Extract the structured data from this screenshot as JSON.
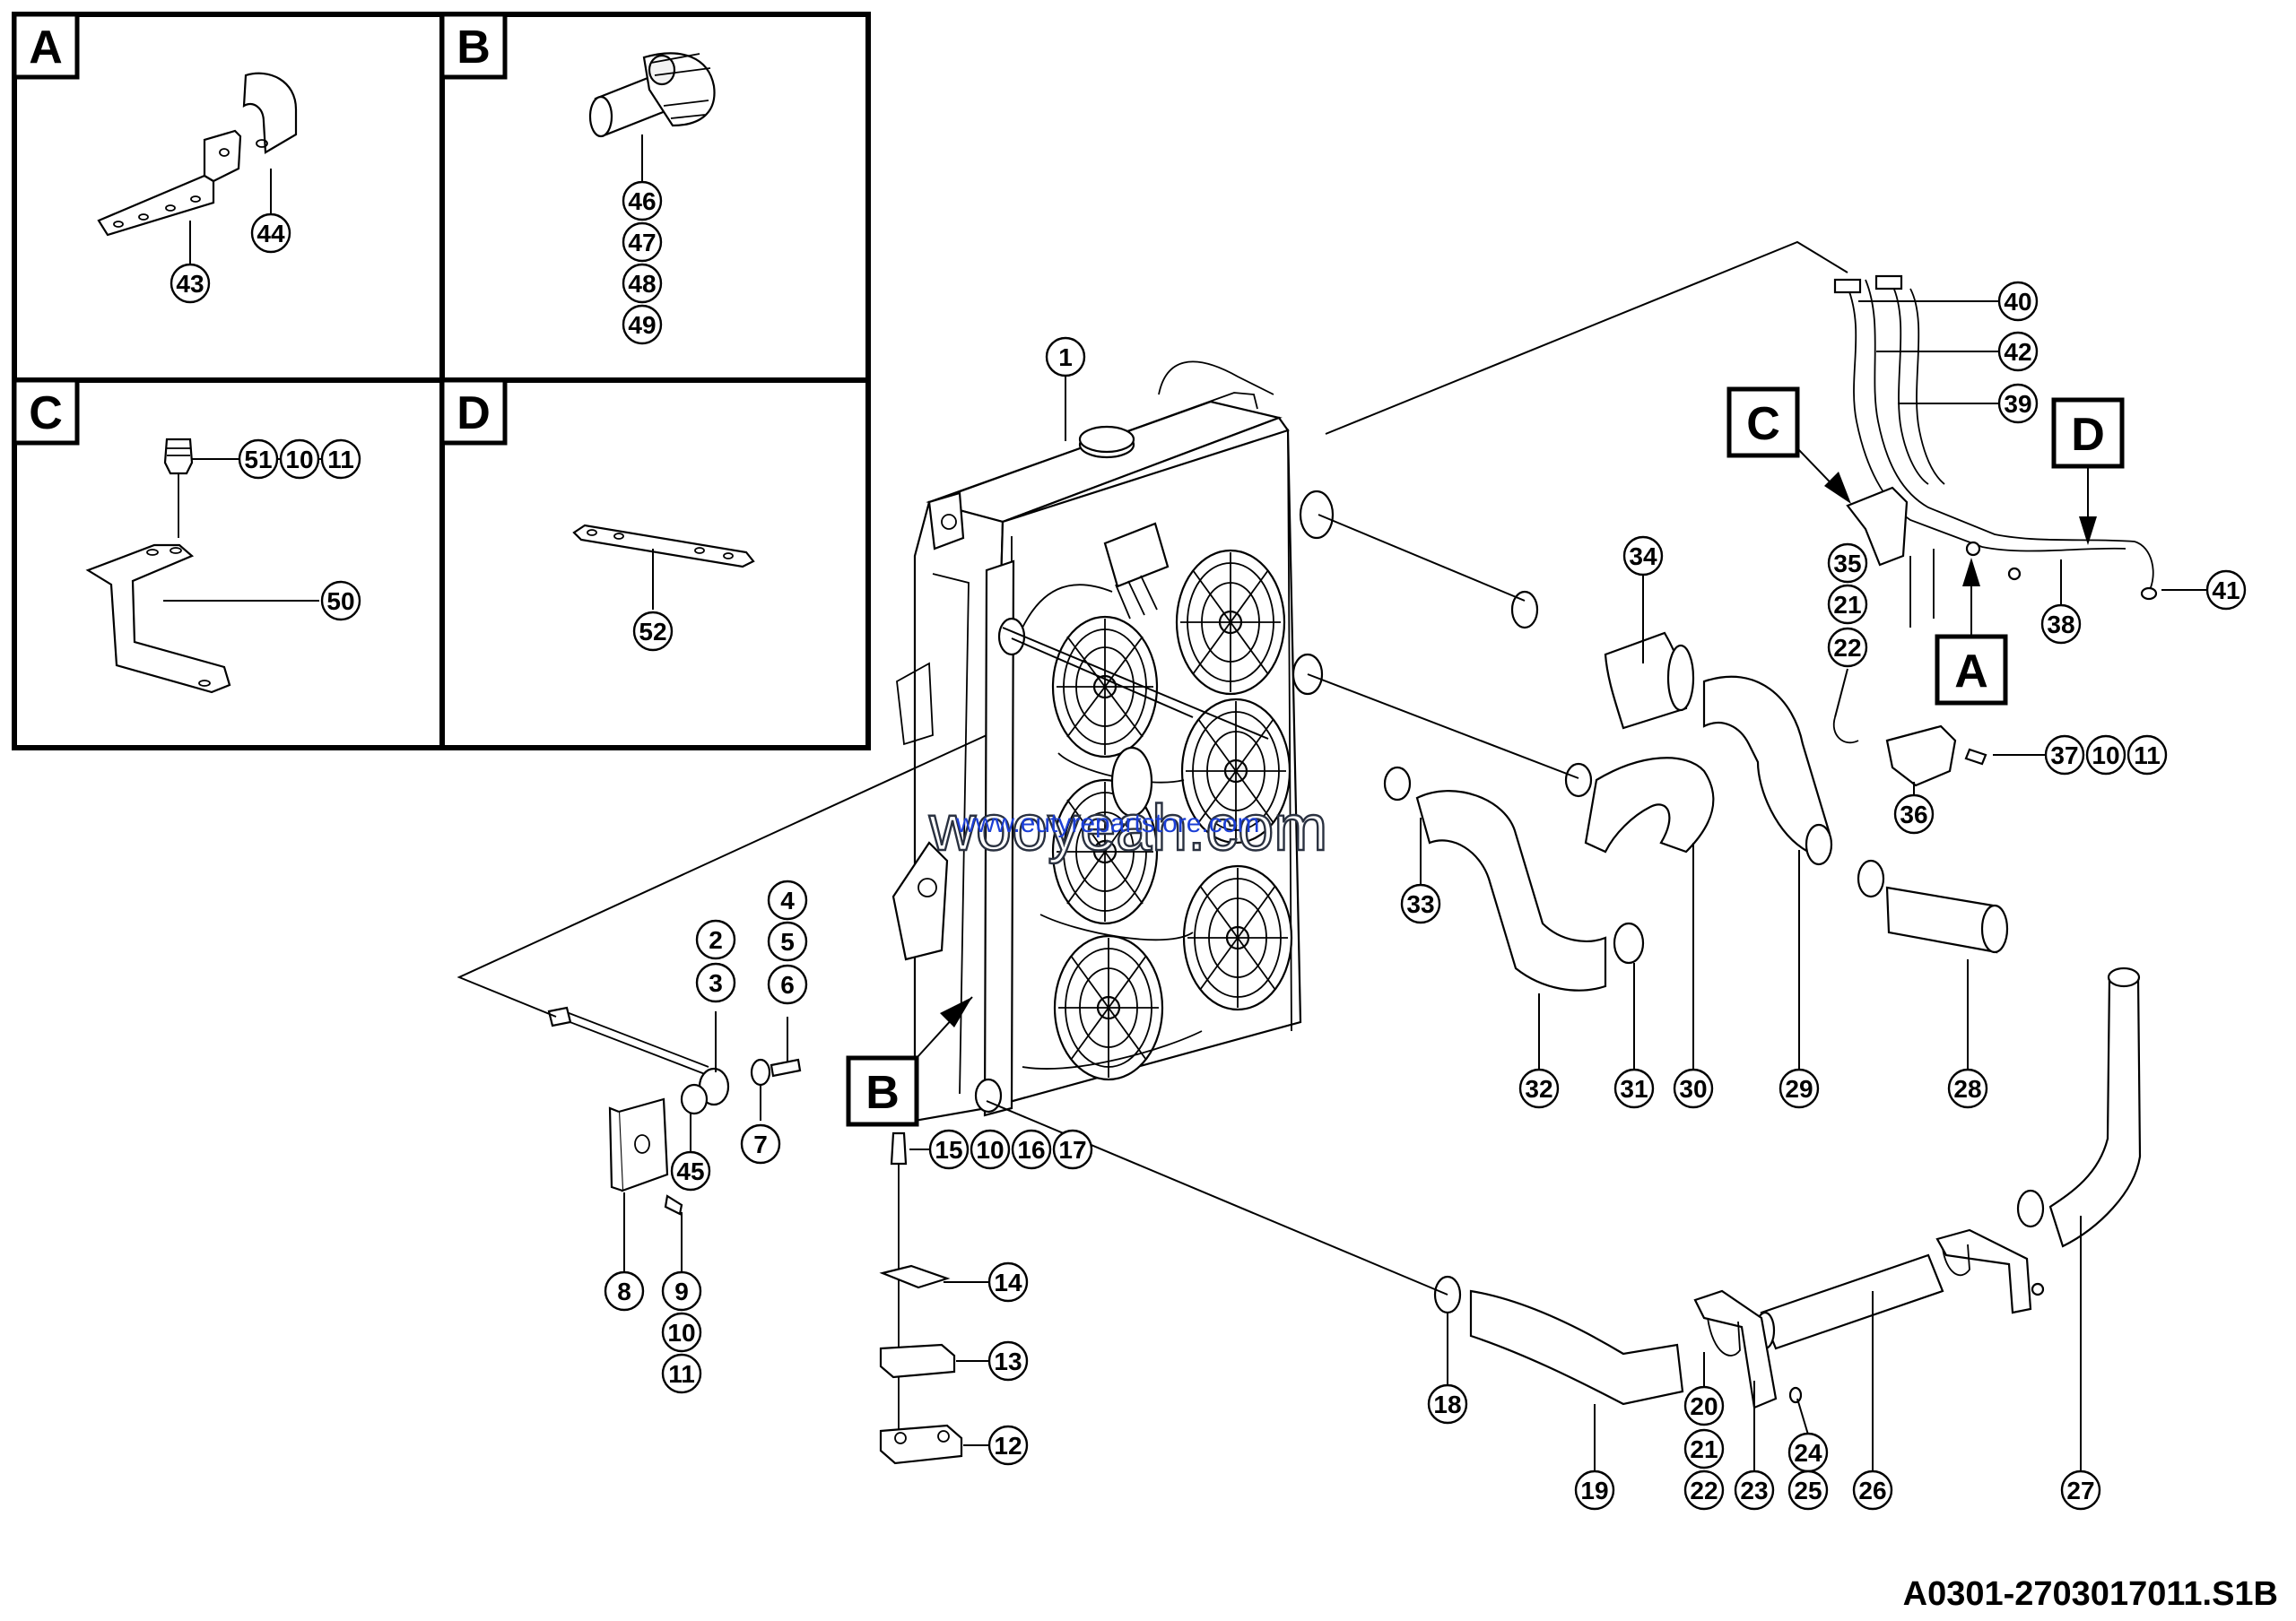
{
  "diagram": {
    "document_code": "A0301-2703017011.S1B",
    "watermark": {
      "main": "wooyeah.com",
      "sub": "www.eutyrepartstore.com"
    },
    "insets": [
      {
        "label": "A",
        "callouts": [
          "43",
          "44"
        ]
      },
      {
        "label": "B",
        "callouts": [
          "46",
          "47",
          "48",
          "49"
        ]
      },
      {
        "label": "C",
        "callouts": [
          "51",
          "10",
          "11",
          "50"
        ]
      },
      {
        "label": "D",
        "callouts": [
          "52"
        ]
      }
    ],
    "view_flags": [
      "A",
      "B",
      "C",
      "D"
    ],
    "callouts": [
      "1",
      "2",
      "3",
      "4",
      "5",
      "6",
      "7",
      "8",
      "9",
      "10",
      "11",
      "12",
      "13",
      "14",
      "15",
      "16",
      "17",
      "18",
      "19",
      "20",
      "21",
      "22",
      "23",
      "24",
      "25",
      "26",
      "27",
      "28",
      "29",
      "30",
      "31",
      "32",
      "33",
      "34",
      "35",
      "36",
      "37",
      "38",
      "39",
      "40",
      "41",
      "42",
      "43",
      "44",
      "45",
      "46",
      "47",
      "48",
      "49",
      "50",
      "51",
      "52"
    ],
    "colors": {
      "line": "#000000",
      "background": "#ffffff",
      "watermark_link": "#1c3fd6"
    }
  }
}
